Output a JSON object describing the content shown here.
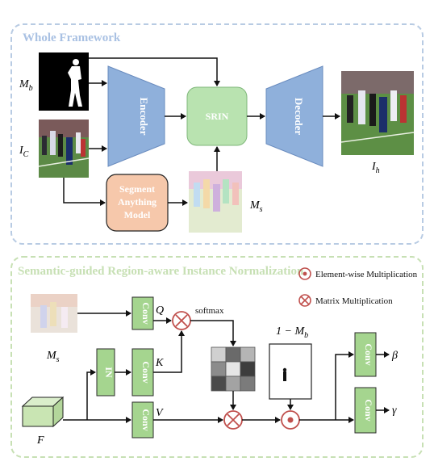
{
  "colors": {
    "panel_border": "#b8cbe3",
    "panel_title_top": "#a9c1e3",
    "panel_title_bottom": "#c7e0b4",
    "encoder": "#8fb0db",
    "decoder": "#8fb0db",
    "srin": "#b9e3b0",
    "sam": "#f6c8ab",
    "conv": "#a5d58f",
    "op": "#c0504d",
    "line": "#111111"
  },
  "top": {
    "title": "Whole Framework",
    "encoder": "Encoder",
    "decoder": "Decoder",
    "srin": "SRIN",
    "sam": [
      "Segment",
      "Anything",
      "Model"
    ],
    "label_mb": "M",
    "label_mb_sub": "b",
    "label_ic": "I",
    "label_ic_sub": "C",
    "label_ms": "M",
    "label_ms_sub": "s",
    "label_ih": "I",
    "label_ih_sub": "h"
  },
  "bottom": {
    "title": "Semantic-guided Region-aware Instance Normalization",
    "legend_elem": "Element-wise Multiplication",
    "legend_mat": "Matrix Multiplication",
    "conv": "Conv",
    "in_label": "IN",
    "softmax": "softmax",
    "label_q": "Q",
    "label_k": "K",
    "label_v": "V",
    "label_ms": "M",
    "label_ms_sub": "s",
    "label_f": "F",
    "label_beta": "β",
    "label_gamma": "γ",
    "label_mask": "1 − M",
    "label_mask_sub": "b"
  }
}
